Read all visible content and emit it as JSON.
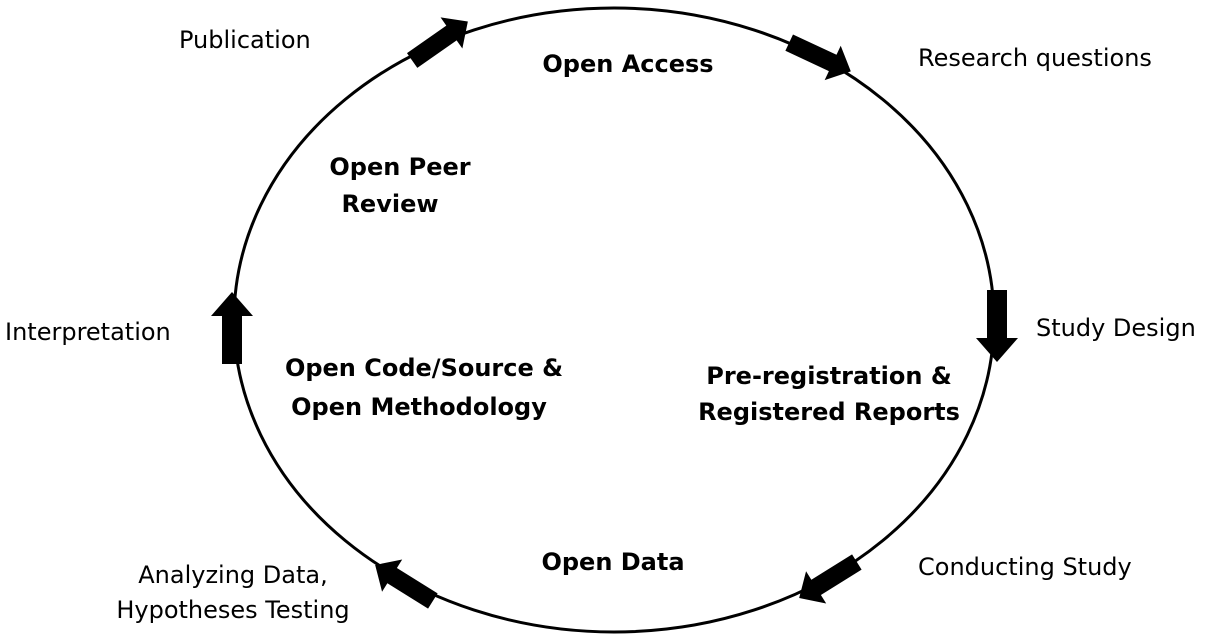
{
  "stages": {
    "publication": "Publication",
    "research_questions": "Research questions",
    "study_design": "Study Design",
    "conducting_study": "Conducting Study",
    "analyzing_data_line1": "Analyzing Data,",
    "analyzing_data_line2": "Hypotheses Testing",
    "interpretation": "Interpretation"
  },
  "practices": {
    "open_access": "Open Access",
    "open_peer_review_line1": "Open Peer",
    "open_peer_review_line2": "Review",
    "preregistration_line1": "Pre-registration &",
    "preregistration_line2": "Registered Reports",
    "open_data": "Open Data",
    "open_code_line1": "Open Code/Source &",
    "open_code_line2": "Open Methodology"
  },
  "colors": {
    "line": "#000000",
    "arrow": "#000000",
    "background": "#ffffff"
  }
}
